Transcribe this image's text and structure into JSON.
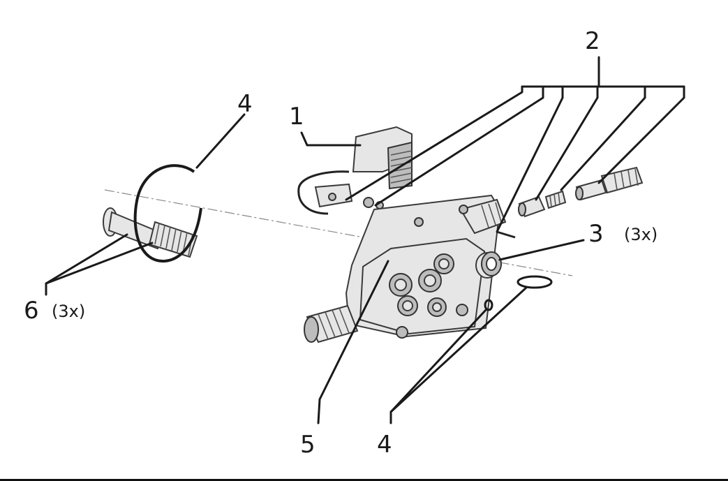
{
  "callouts": [
    {
      "id": "c1",
      "number": "1",
      "qty": ""
    },
    {
      "id": "c2",
      "number": "2",
      "qty": ""
    },
    {
      "id": "c3",
      "number": "3",
      "qty": "(3x)"
    },
    {
      "id": "c4a",
      "number": "4",
      "qty": ""
    },
    {
      "id": "c4b",
      "number": "4",
      "qty": ""
    },
    {
      "id": "c5",
      "number": "5",
      "qty": ""
    },
    {
      "id": "c6",
      "number": "6",
      "qty": "(3x)"
    }
  ]
}
